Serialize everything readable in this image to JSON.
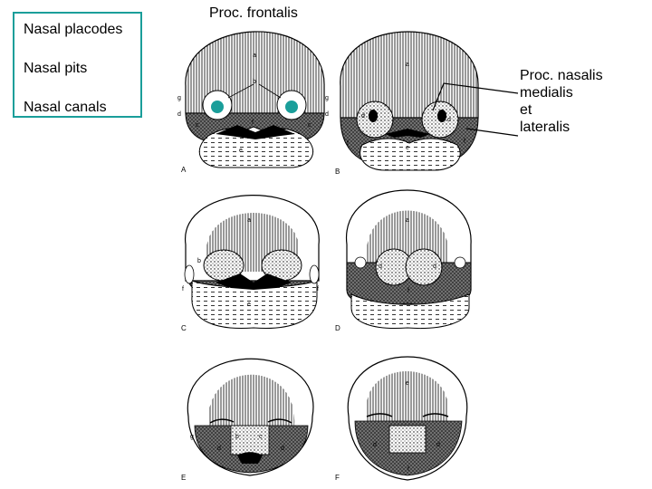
{
  "legend": {
    "items": [
      "Nasal placodes",
      "Nasal pits",
      "Nasal canals"
    ],
    "border_color": "#1a9e9a"
  },
  "labels": {
    "top": "Proc. frontalis",
    "right_lines": [
      "Proc. nasalis",
      "medialis",
      "et",
      "lateralis"
    ]
  },
  "panels": [
    "A",
    "B",
    "C",
    "D",
    "E",
    "F"
  ],
  "part_letters": [
    "a",
    "b",
    "c",
    "d",
    "e",
    "f",
    "g"
  ],
  "colors": {
    "placode": "#1a9e9a",
    "line": "#000000"
  }
}
